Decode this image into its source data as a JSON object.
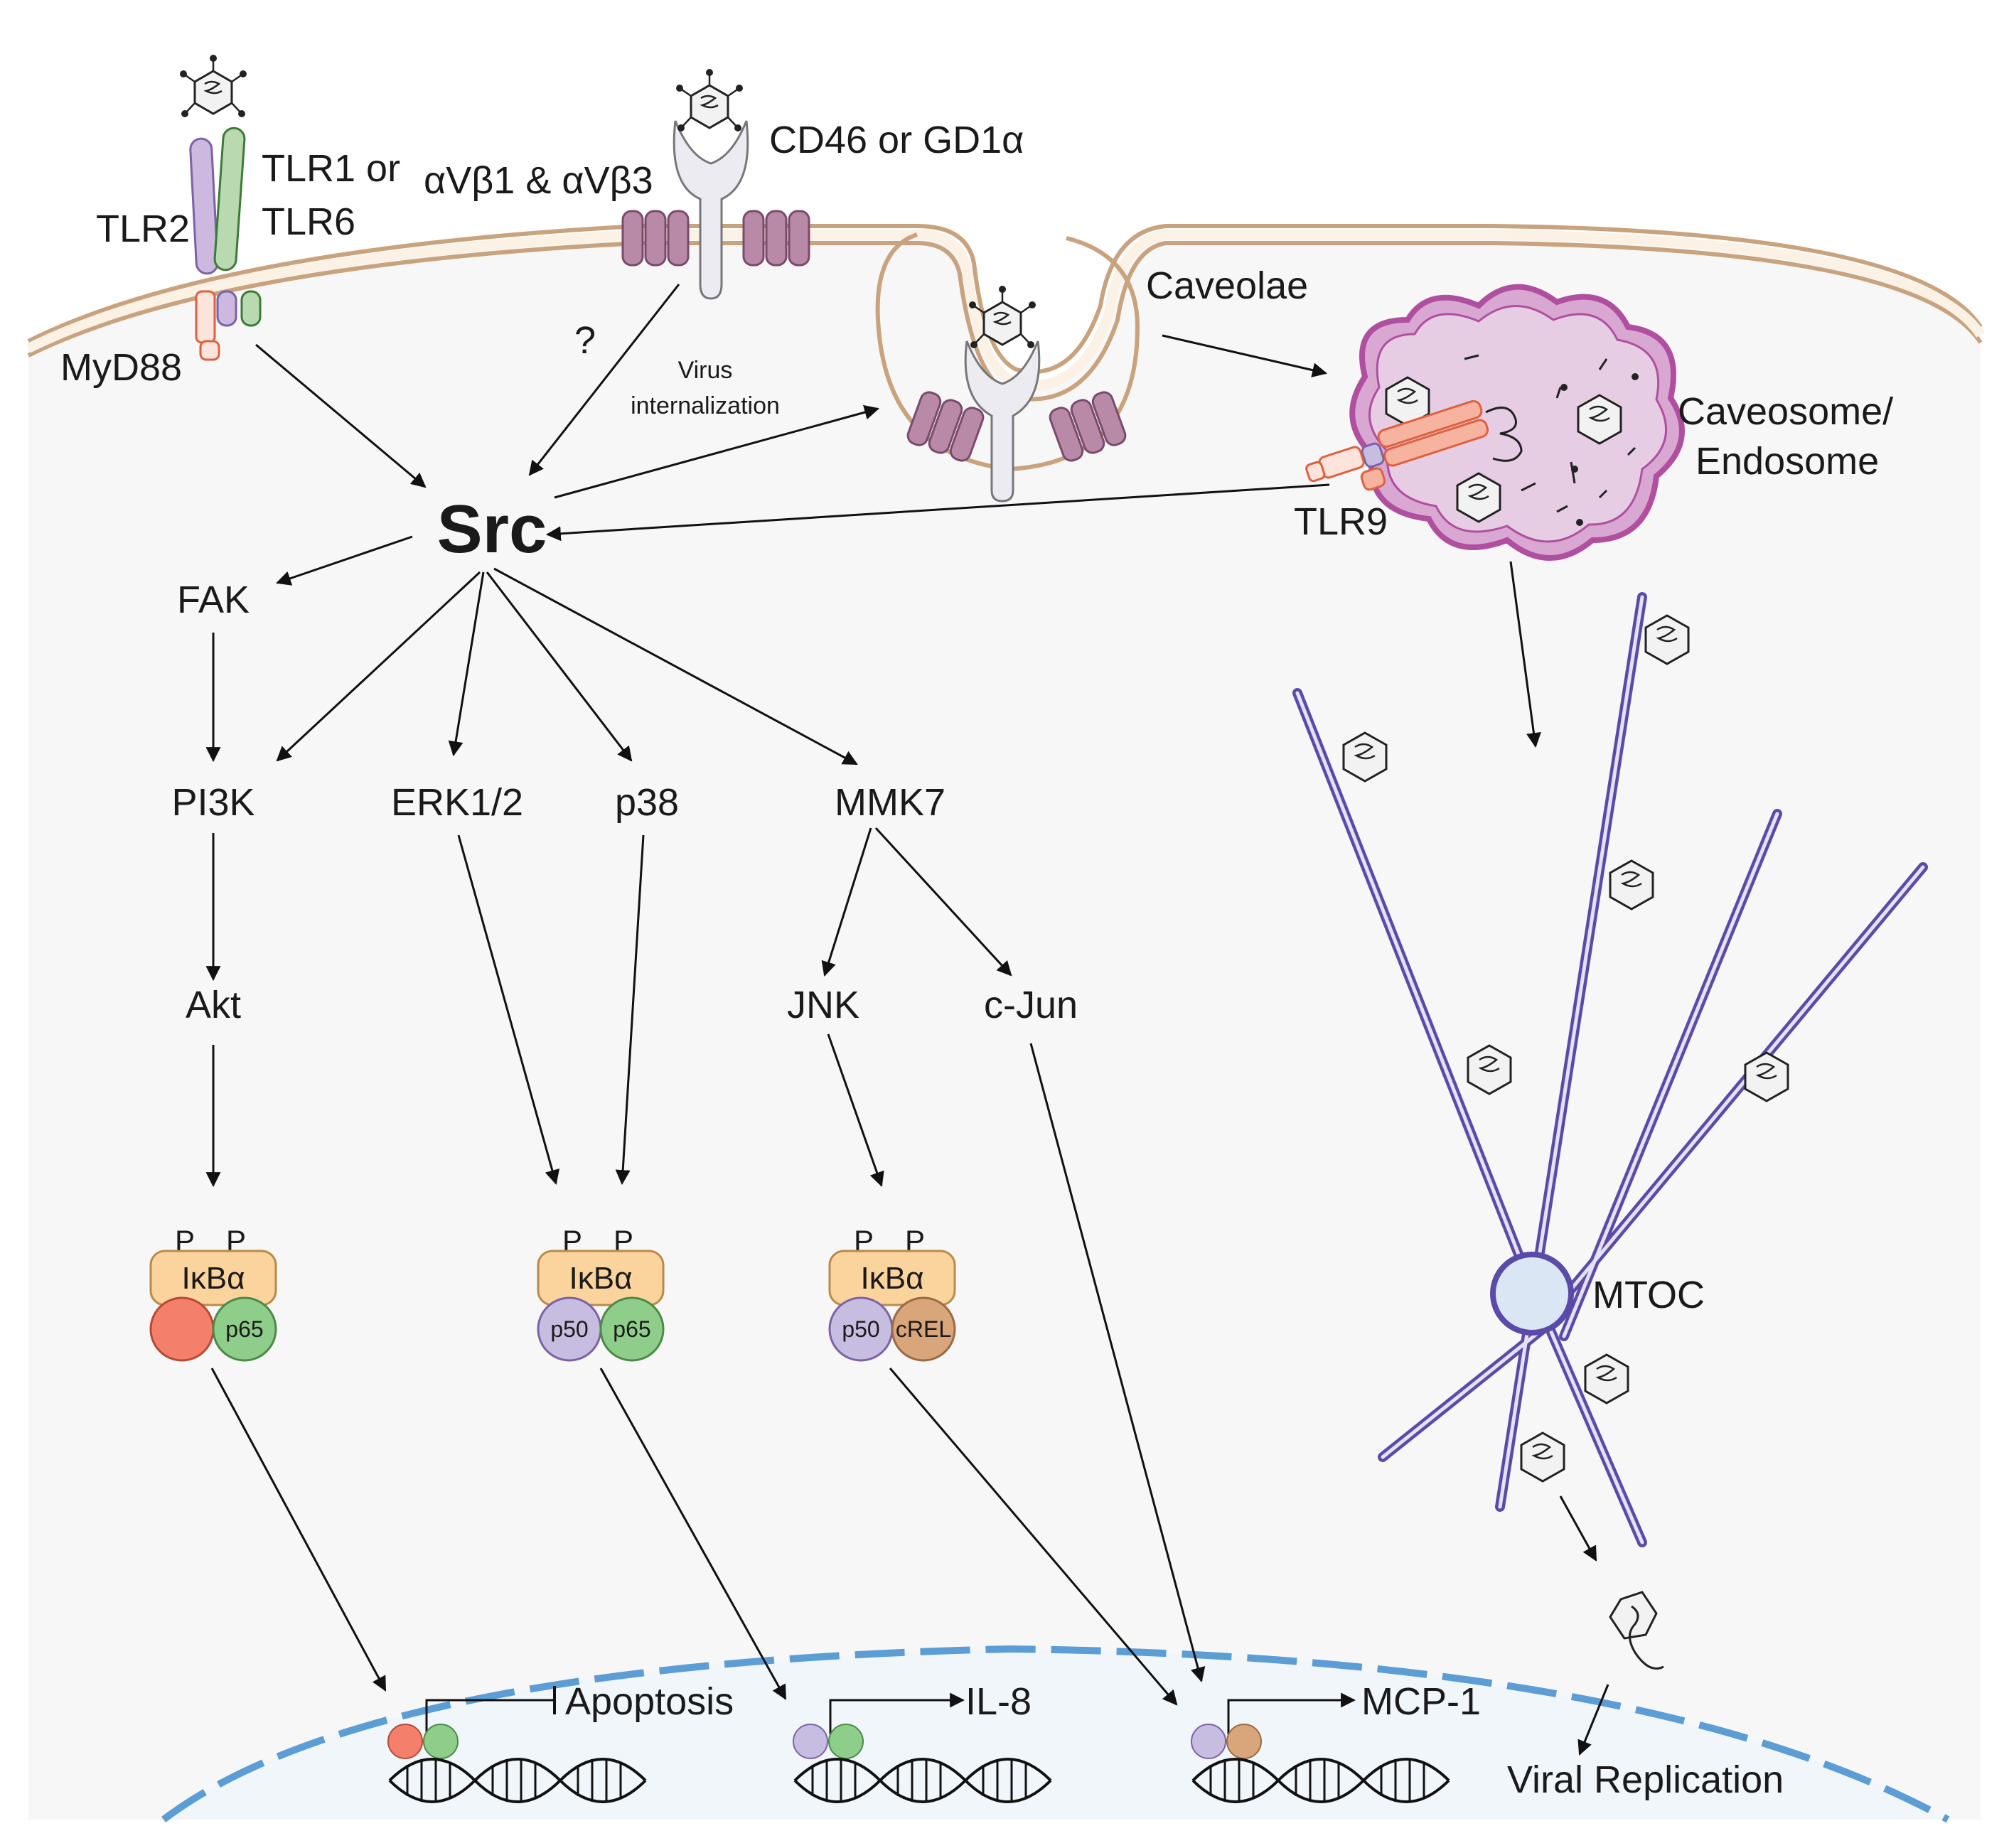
{
  "receptors": {
    "tlr2": "TLR2",
    "tlr1_or_tlr6_line1": "TLR1 or",
    "tlr1_or_tlr6_line2": "TLR6",
    "myd88": "MyD88",
    "integrins": "αVβ1 & αVβ3",
    "cd46_gd1a": "CD46 or GD1α",
    "question": "?",
    "virus_internalization_line1": "Virus",
    "virus_internalization_line2": "internalization",
    "caveolae": "Caveolae",
    "caveosome_line1": "Caveosome/",
    "caveosome_line2": "Endosome",
    "tlr9": "TLR9"
  },
  "signaling": {
    "src": "Src",
    "fak": "FAK",
    "pi3k": "PI3K",
    "erk": "ERK1/2",
    "p38": "p38",
    "mmk7": "MMK7",
    "akt": "Akt",
    "jnk": "JNK",
    "cjun": "c-Jun"
  },
  "complexes": [
    {
      "p_left": "P",
      "p_right": "P",
      "inhibitor": "IκBα",
      "sub_left": "",
      "sub_right": "p65",
      "color_left": "#f4806c",
      "color_right": "#8fce8a"
    },
    {
      "p_left": "P",
      "p_right": "P",
      "inhibitor": "IκBα",
      "sub_left": "p50",
      "sub_right": "p65",
      "color_left": "#c7bde0",
      "color_right": "#8fce8a"
    },
    {
      "p_left": "P",
      "p_right": "P",
      "inhibitor": "IκBα",
      "sub_left": "p50",
      "sub_right": "cREL",
      "color_left": "#c7bde0",
      "color_right": "#d9a57a"
    }
  ],
  "outputs": {
    "apoptosis": "Apoptosis",
    "il8": "IL-8",
    "mcp1": "MCP-1",
    "mtoc": "MTOC",
    "viral_replication": "Viral Replication"
  },
  "colors": {
    "membrane_fill": "#fbf1e4",
    "membrane_stroke": "#c9a27e",
    "cytoplasm": "#f7f7f7",
    "nucleus_fill": "#f1f6fa",
    "nuclear_envelope": "#5c9dd6",
    "microtubule": "#5b4ba8",
    "caveosome": "#c46bb5",
    "ikba": "#fbd39c",
    "tlr2": "#cdb8e0",
    "tlr1": "#b9d9b0",
    "tlr9": "#f6b4a0"
  }
}
